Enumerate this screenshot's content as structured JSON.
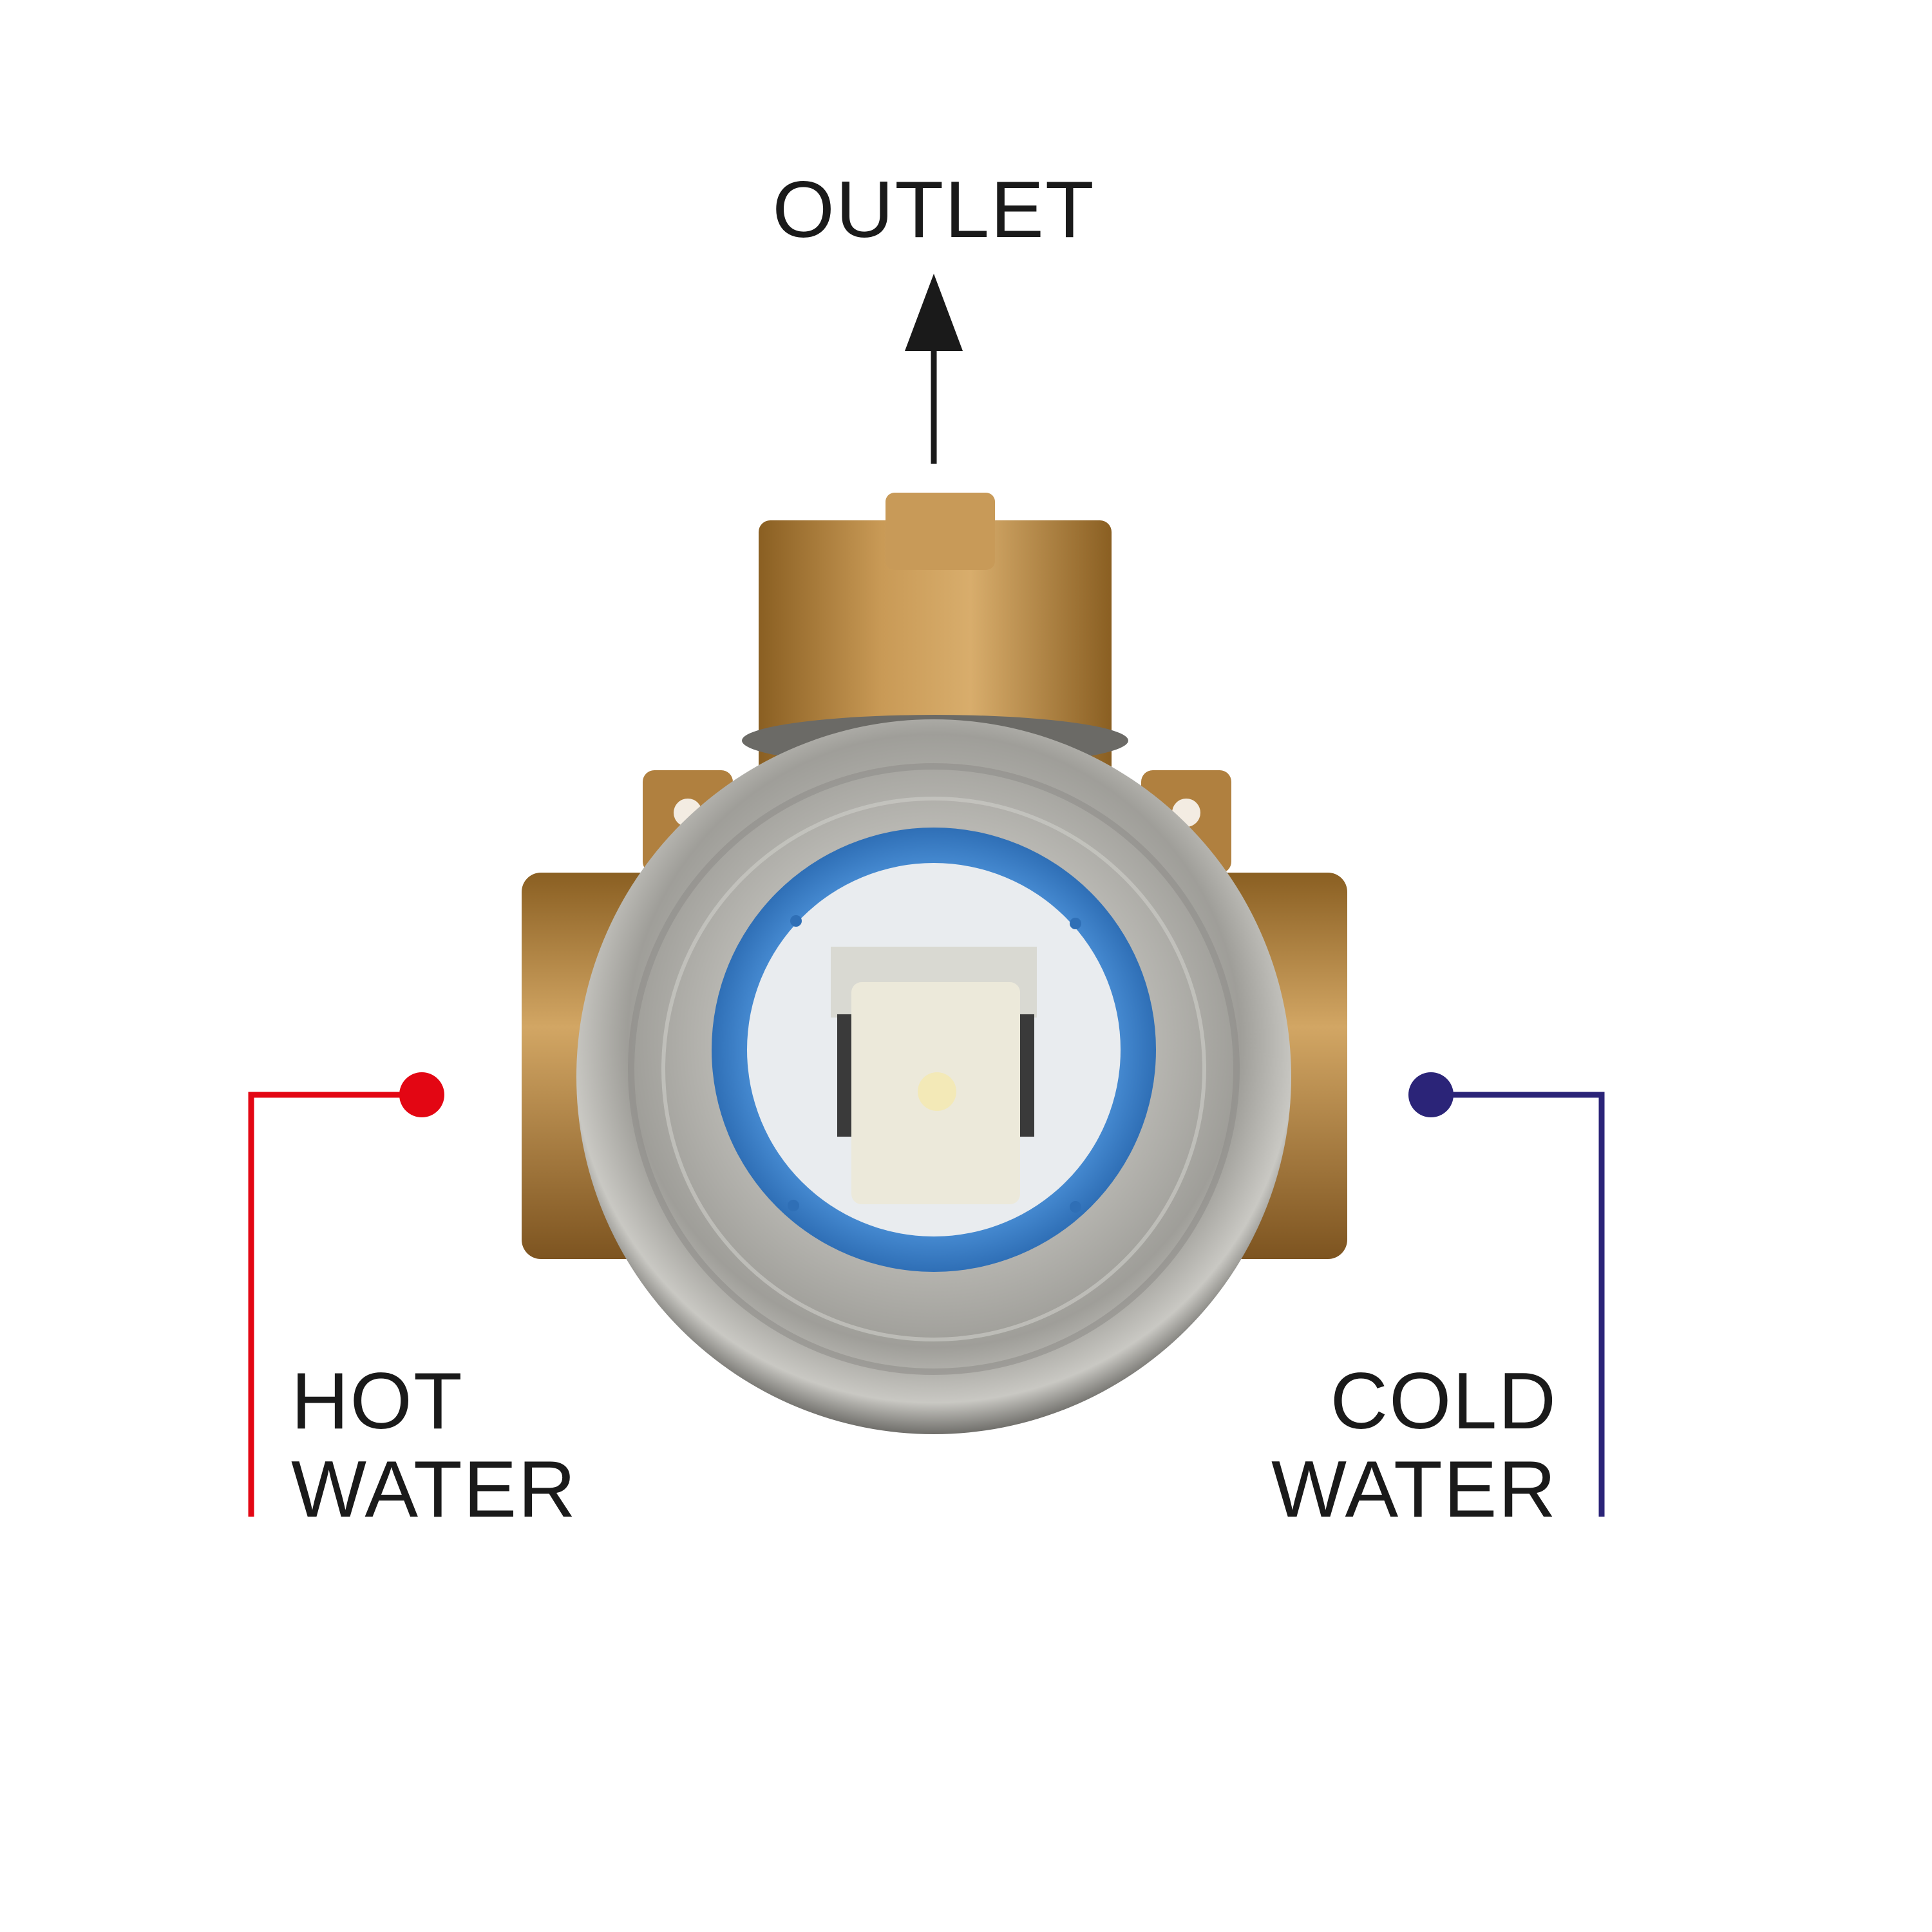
{
  "labels": {
    "outlet": "OUTLET",
    "hot_line1": "HOT",
    "hot_line2": "WATER",
    "cold_line1": "COLD",
    "cold_line2": "WATER"
  },
  "colors": {
    "hot": "#e30613",
    "cold": "#2b2478",
    "text": "#1a1a1a",
    "brass": "#b88a4a",
    "chrome": "#a9a8a4",
    "cartridge_blue": "#3d82cc",
    "cartridge_white": "#e6e6dc"
  },
  "icons": {
    "outlet_arrow": "arrow-up-icon"
  }
}
